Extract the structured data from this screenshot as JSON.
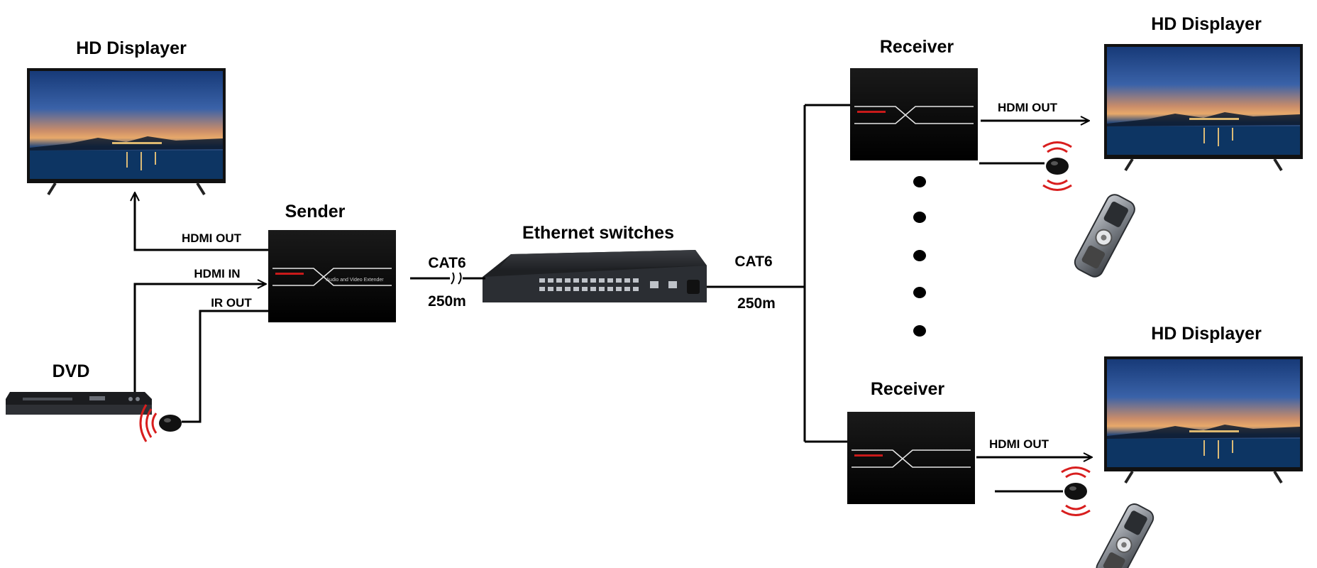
{
  "labels": {
    "display_tl": "HD Displayer",
    "display_tr": "HD Displayer",
    "display_br": "HD Displayer",
    "sender": "Sender",
    "switch": "Ethernet switches",
    "receiver_top": "Receiver",
    "receiver_bottom": "Receiver",
    "dvd": "DVD",
    "hdmi_out_sender": "HDMI OUT",
    "hdmi_in": "HDMI IN",
    "ir_out": "IR OUT",
    "cat6_left": "CAT6",
    "dist_left": "250m",
    "cat6_right": "CAT6",
    "dist_right": "250m",
    "hdmi_out_rx_top": "HDMI OUT",
    "hdmi_out_rx_bottom": "HDMI OUT"
  },
  "device_text": {
    "extender_caption": "Audio and Video Extender"
  },
  "colors": {
    "ir_red": "#d81e1e",
    "box": "#000000",
    "line": "#000000",
    "sky_top": "#1c3f7a",
    "sky_glow": "#e8a96a",
    "sea": "#0d3563"
  },
  "icons": [
    "tv-icon",
    "extender-box-icon",
    "switch-icon",
    "dvd-player-icon",
    "ir-emitter-icon",
    "ir-receiver-icon",
    "remote-control-icon"
  ]
}
